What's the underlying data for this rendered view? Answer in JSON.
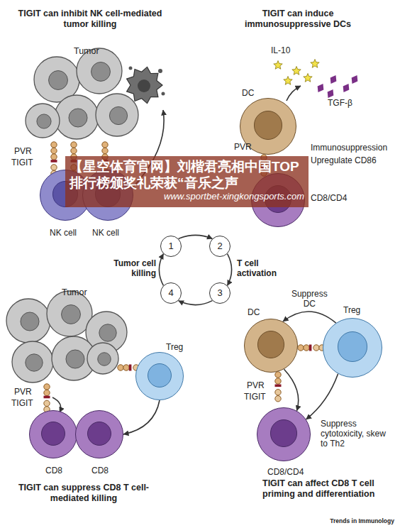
{
  "diagram": {
    "caption": "Trends in Immunology",
    "nodes": [
      {
        "text": [
          "Tumor"
        ]
      },
      {
        "text": [
          "NK cell"
        ]
      },
      {
        "text": [
          "NK cell"
        ]
      },
      {
        "text": [
          "DC"
        ]
      },
      {
        "text": [
          "CD8/CD4"
        ]
      },
      {
        "text": [
          "1"
        ]
      },
      {
        "text": [
          "2"
        ]
      },
      {
        "text": [
          "3"
        ]
      },
      {
        "text": [
          "4"
        ]
      },
      {
        "text": [
          "Tumor"
        ]
      },
      {
        "text": [
          "Treg"
        ]
      },
      {
        "text": [
          "CD8"
        ]
      },
      {
        "text": [
          "CD8"
        ]
      },
      {
        "text": [
          "DC"
        ]
      },
      {
        "text": [
          "Treg"
        ]
      },
      {
        "text": [
          "CD8/CD4"
        ]
      }
    ],
    "edges": [
      {
        "from": 2,
        "to": 0,
        "arrow": "to"
      },
      {
        "from": 5,
        "to": 6,
        "arrow": "to"
      },
      {
        "from": 6,
        "to": 7,
        "arrow": "to"
      },
      {
        "from": 7,
        "to": 8,
        "arrow": "to"
      },
      {
        "from": 8,
        "to": 5,
        "arrow": "to"
      },
      {
        "from": 10,
        "to": 12,
        "arrow": "to"
      },
      {
        "from": 14,
        "to": 13,
        "label": "Suppress DC",
        "arrow": "to"
      },
      {
        "from": 13,
        "to": 15,
        "arrow": "to"
      },
      {
        "from": 14,
        "to": 15,
        "arrow": "to"
      }
    ],
    "labels": [
      "TIGIT can inhibit NK cell-mediated tumor killing",
      "TIGIT can induce immunosuppressive DCs",
      "PVR",
      "TIGIT",
      "IL-10",
      "TGF-β",
      "PVR",
      "Immunosuppression",
      "Upregulate CD86",
      "【星空体育官网】刘楷君亮相中国TOP排行榜颁奖礼荣获“音乐之声",
      "www.sportbet-xingkongsports.com",
      "Tumor cell killing",
      "T cell activation",
      "PVR",
      "TIGIT",
      "TIGIT can suppress CD8 T cell-mediated killing",
      "PVR",
      "TIGIT",
      "Suppress cytotoxicity, skew to Th2",
      "TIGIT can affect CD8 T cell priming and differentiation"
    ]
  }
}
